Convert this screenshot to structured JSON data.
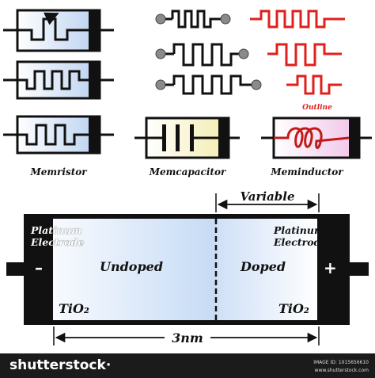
{
  "symbols": {
    "memristor": "Memristor",
    "memcapacitor": "Memcapacitor",
    "meminductor": "Meminductor",
    "outline": "Outline"
  },
  "device": {
    "variable_label": "Variable",
    "left_electrode": "Platinum\nElectrode",
    "right_electrode": "Platinum\nElectrode",
    "undoped": "Undoped",
    "doped": "Doped",
    "tio2": "TiO₂",
    "minus": "–",
    "plus": "+",
    "length_label": "3nm"
  },
  "footer": {
    "brand": "shutterstock",
    "brand_suffix": "·",
    "image_id": "IMAGE ID: 1015656610",
    "site": "www.shutterstock.com"
  },
  "colors": {
    "outline_red": "#e0201c",
    "box_gradient_light": "#ffffff",
    "box_gradient_blue": "#bcd3f2",
    "meminductor_pink": "#f2c9ea",
    "memcap_yellow": "#f6efb3",
    "footer_bg": "#1b1b1b"
  }
}
